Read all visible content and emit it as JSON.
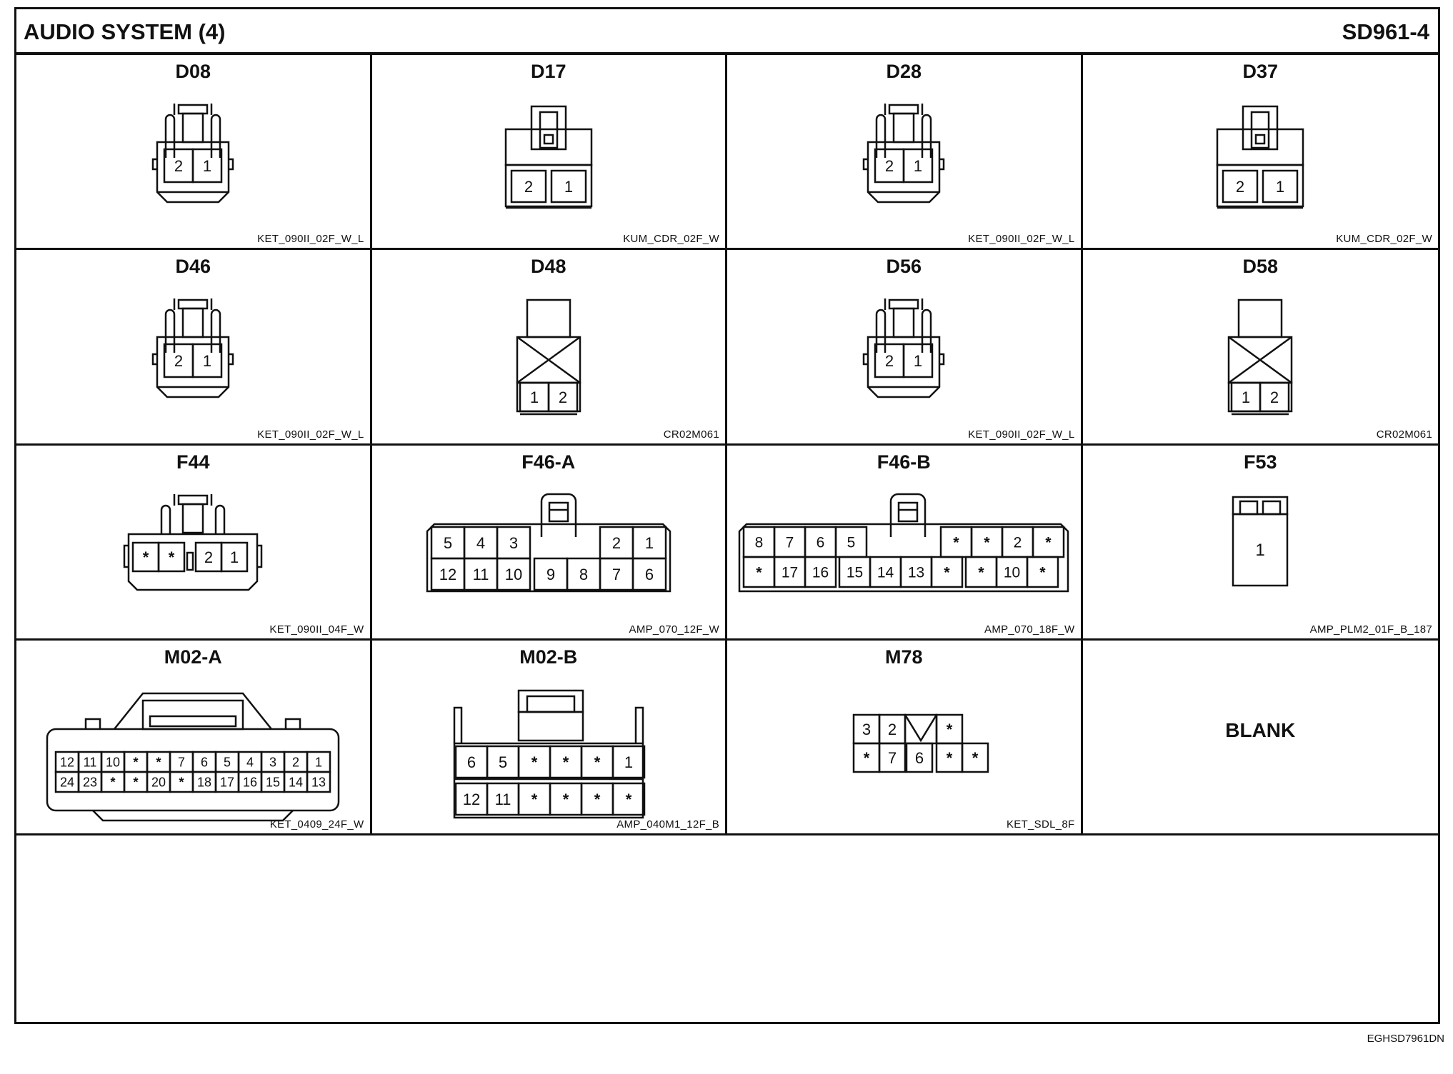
{
  "header": {
    "title": "AUDIO SYSTEM (4)",
    "code": "SD961-4"
  },
  "footer": {
    "code": "EGHSD7961DN"
  },
  "connectors": [
    {
      "name": "D08",
      "part": "KET_090II_02F_W_L",
      "type": "ket2",
      "pins": [
        "2",
        "1"
      ]
    },
    {
      "name": "D17",
      "part": "KUM_CDR_02F_W",
      "type": "kum2",
      "pins": [
        "2",
        "1"
      ]
    },
    {
      "name": "D28",
      "part": "KET_090II_02F_W_L",
      "type": "ket2",
      "pins": [
        "2",
        "1"
      ]
    },
    {
      "name": "D37",
      "part": "KUM_CDR_02F_W",
      "type": "kum2",
      "pins": [
        "2",
        "1"
      ]
    },
    {
      "name": "D46",
      "part": "KET_090II_02F_W_L",
      "type": "ket2",
      "pins": [
        "2",
        "1"
      ]
    },
    {
      "name": "D48",
      "part": "CR02M061",
      "type": "cr2",
      "pins": [
        "1",
        "2"
      ]
    },
    {
      "name": "D56",
      "part": "KET_090II_02F_W_L",
      "type": "ket2",
      "pins": [
        "2",
        "1"
      ]
    },
    {
      "name": "D58",
      "part": "CR02M061",
      "type": "cr2",
      "pins": [
        "1",
        "2"
      ]
    },
    {
      "name": "F44",
      "part": "KET_090II_04F_W",
      "type": "ket4",
      "pins": [
        "*",
        "*",
        "2",
        "1"
      ]
    },
    {
      "name": "F46-A",
      "part": "AMP_070_12F_W",
      "type": "amp12",
      "pins": {
        "top_left": [
          "5",
          "4",
          "3"
        ],
        "top_right": [
          "2",
          "1"
        ],
        "bottom": [
          "12",
          "11",
          "10",
          "9",
          "8",
          "7",
          "6"
        ]
      }
    },
    {
      "name": "F46-B",
      "part": "AMP_070_18F_W",
      "type": "amp18",
      "pins": {
        "top_left": [
          "8",
          "7",
          "6",
          "5"
        ],
        "top_right": [
          "*",
          "*",
          "2",
          "*"
        ],
        "bottom": [
          "*",
          "17",
          "16",
          "15",
          "14",
          "13",
          "*",
          "*",
          "10",
          "*"
        ]
      }
    },
    {
      "name": "F53",
      "part": "AMP_PLM2_01F_B_187",
      "type": "amp1",
      "pins": [
        "1"
      ]
    },
    {
      "name": "M02-A",
      "part": "KET_0409_24F_W",
      "type": "ket24",
      "pins": {
        "top": [
          "12",
          "11",
          "10",
          "*",
          "*",
          "7",
          "6",
          "5",
          "4",
          "3",
          "2",
          "1"
        ],
        "bottom": [
          "24",
          "23",
          "*",
          "*",
          "20",
          "*",
          "18",
          "17",
          "16",
          "15",
          "14",
          "13"
        ]
      }
    },
    {
      "name": "M02-B",
      "part": "AMP_040M1_12F_B",
      "type": "amp12b",
      "pins": {
        "top": [
          "6",
          "5",
          "*",
          "*",
          "*",
          "1"
        ],
        "bottom": [
          "12",
          "11",
          "*",
          "*",
          "*",
          "*"
        ]
      }
    },
    {
      "name": "M78",
      "part": "KET_SDL_8F",
      "type": "sdl8",
      "pins": {
        "top": [
          "3",
          "2",
          "*"
        ],
        "bottom": [
          "*",
          "7",
          "6",
          "*",
          "*"
        ]
      }
    },
    {
      "name": "",
      "part": "",
      "type": "blank",
      "label": "BLANK"
    }
  ]
}
